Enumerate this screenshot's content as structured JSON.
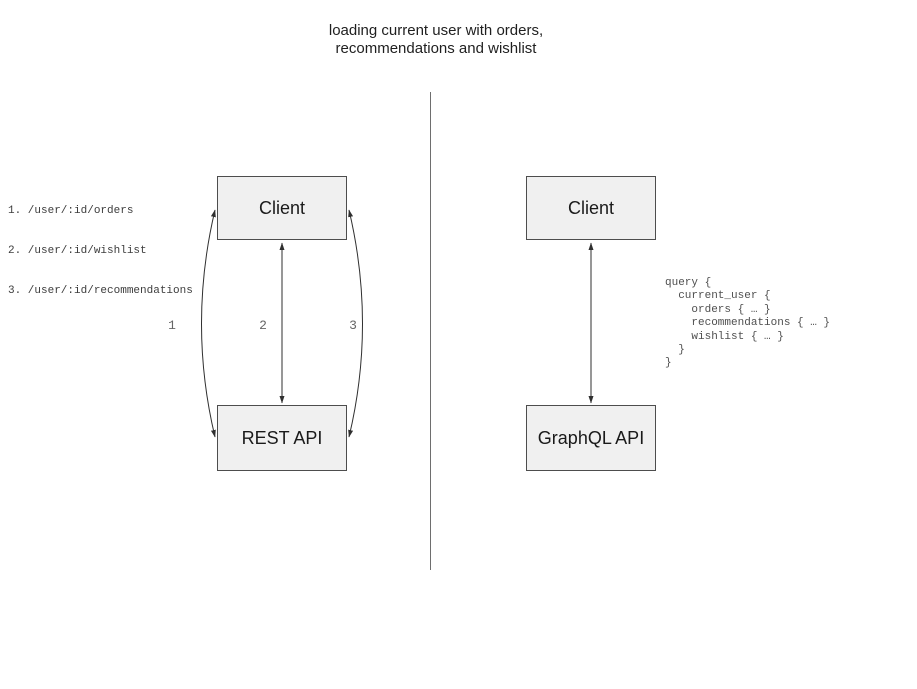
{
  "title": {
    "line1": "loading current user with orders,",
    "line2": "recommendations and wishlist"
  },
  "left": {
    "client_label": "Client",
    "api_label": "REST API",
    "endpoints": [
      "1. /user/:id/orders",
      "2. /user/:id/wishlist",
      "3. /user/:id/recommendations"
    ],
    "arrow_labels": [
      "1",
      "2",
      "3"
    ]
  },
  "right": {
    "client_label": "Client",
    "api_label": "GraphQL API",
    "query_code": "query {\n  current_user {\n    orders { … }\n    recommendations { … }\n    wishlist { … }\n  }\n}"
  },
  "colors": {
    "box_fill": "#f0f0f0",
    "box_border": "#4d4d4d",
    "arrow": "#2f2f2f",
    "divider": "#6e6e6e",
    "code_text": "#4f4f4f",
    "label_text": "#666666"
  }
}
